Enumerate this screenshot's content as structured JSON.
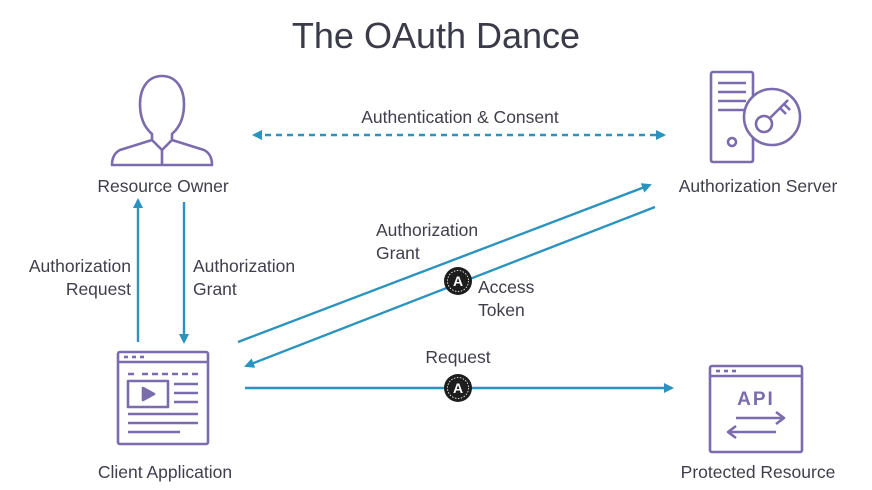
{
  "title": "The OAuth Dance",
  "nodes": {
    "resource_owner": {
      "label": "Resource Owner",
      "icon": "user-icon"
    },
    "authorization_server": {
      "label": "Authorization Server",
      "icon": "server-key-icon"
    },
    "client_application": {
      "label": "Client Application",
      "icon": "browser-window-icon"
    },
    "protected_resource": {
      "label": "Protected Resource",
      "icon": "api-window-icon",
      "icon_text": "API"
    }
  },
  "edges": {
    "authentication_consent": {
      "label": "Authentication & Consent",
      "style": "dashed",
      "direction": "both"
    },
    "authorization_request": {
      "line1": "Authorization",
      "line2": "Request"
    },
    "authorization_grant_owner": {
      "line1": "Authorization",
      "line2": "Grant"
    },
    "authorization_grant_server": {
      "line1": "Authorization",
      "line2": "Grant"
    },
    "access_token": {
      "line1": "Access",
      "line2": "Token"
    },
    "request": {
      "label": "Request"
    }
  },
  "token_badge": {
    "letter": "A",
    "icon": "access-token-badge-icon"
  },
  "colors": {
    "purple": "#7b6cae",
    "teal": "#2a93bf",
    "text": "#3f3f4c",
    "badge": "#1d1d1d"
  }
}
